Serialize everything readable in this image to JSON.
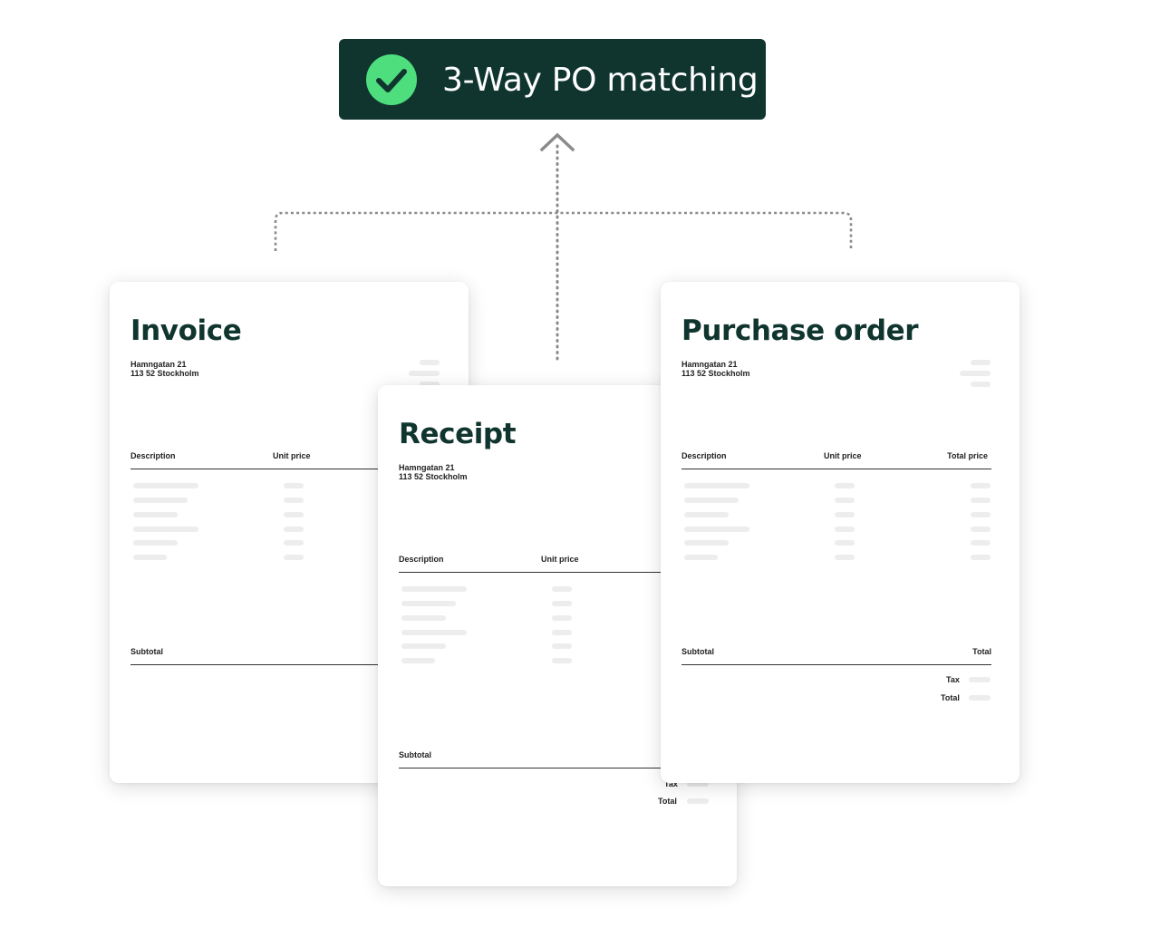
{
  "badge": {
    "title": "3-Way PO matching",
    "icon": "check-circle-icon",
    "background": "#10352f",
    "icon_color": "#4ede7e"
  },
  "documents": [
    {
      "id": "invoice",
      "title": "Invoice",
      "address_line1": "Hamngatan 21",
      "address_line2": "113 52 Stockholm",
      "col_description": "Description",
      "col_unit_price": "Unit price",
      "subtotal_label": "Subtotal"
    },
    {
      "id": "receipt",
      "title": "Receipt",
      "address_line1": "Hamngatan 21",
      "address_line2": "113 52 Stockholm",
      "col_description": "Description",
      "col_unit_price": "Unit price",
      "subtotal_label": "Subtotal",
      "tax_label": "Tax",
      "total_label": "Total"
    },
    {
      "id": "purchase-order",
      "title": "Purchase order",
      "address_line1": "Hamngatan 21",
      "address_line2": "113 52 Stockholm",
      "col_description": "Description",
      "col_unit_price": "Unit price",
      "col_total_price": "Total price",
      "subtotal_label": "Subtotal",
      "subtotal_right_label": "Total",
      "tax_label": "Tax",
      "total_label": "Total"
    }
  ],
  "colors": {
    "dark_green": "#10352f",
    "accent_green": "#4ede7e",
    "connector_gray": "#8a8a8a",
    "placeholder_gray": "#ededed"
  }
}
